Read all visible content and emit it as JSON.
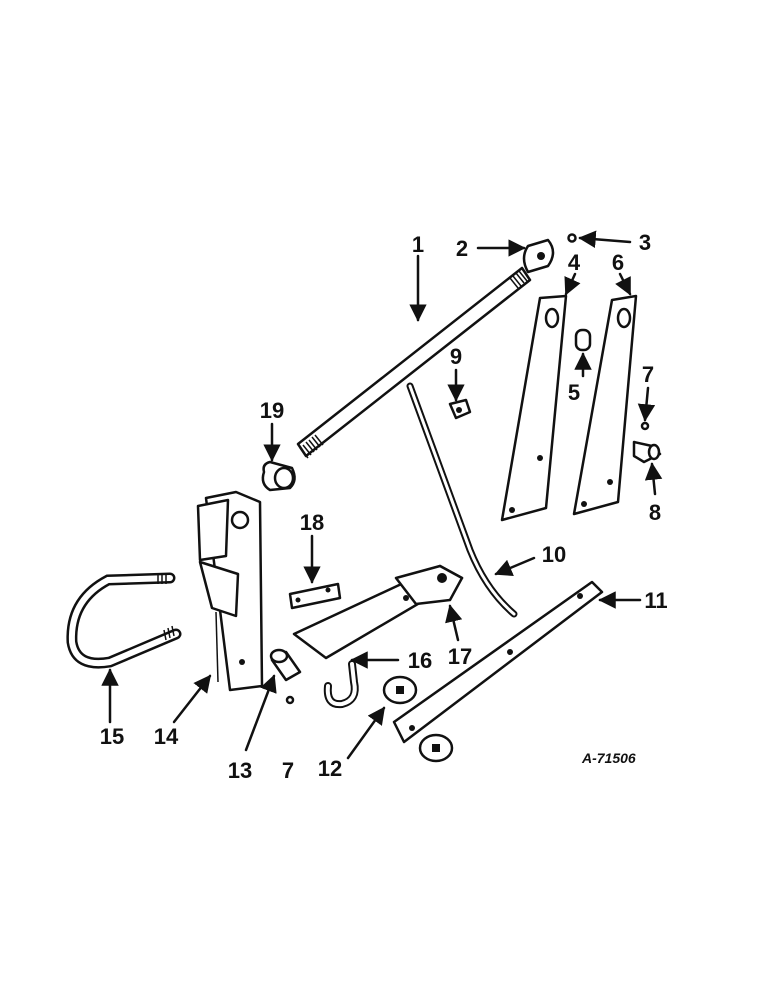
{
  "reference": "A-71506",
  "callouts": {
    "c1": "1",
    "c2": "2",
    "c3": "3",
    "c4": "4",
    "c5": "5",
    "c6": "6",
    "c7a": "7",
    "c7b": "7",
    "c8": "8",
    "c9": "9",
    "c10": "10",
    "c11": "11",
    "c12": "12",
    "c13": "13",
    "c14": "14",
    "c15": "15",
    "c16": "16",
    "c17": "17",
    "c18": "18",
    "c19": "19"
  }
}
